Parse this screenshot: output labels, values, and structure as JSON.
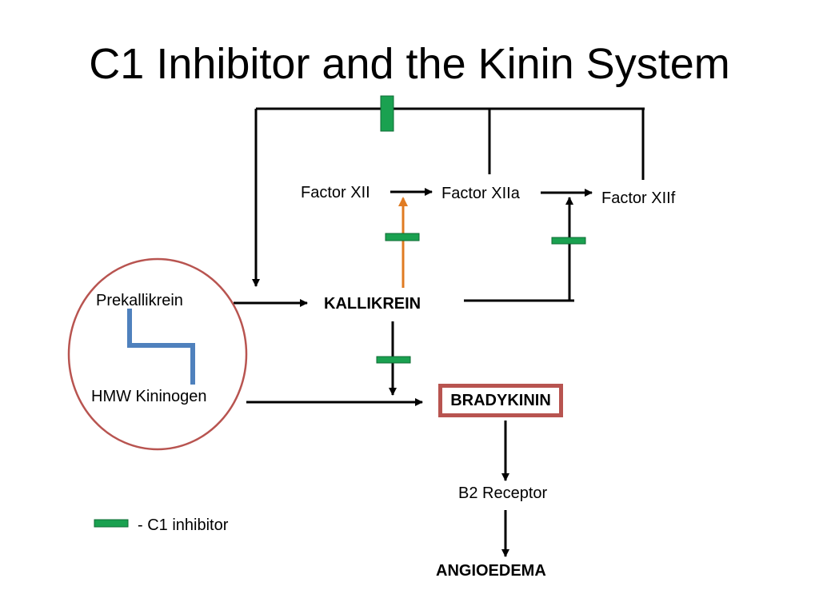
{
  "title": "C1 Inhibitor and the Kinin System",
  "nodes": {
    "factor_xii": "Factor XII",
    "factor_xiia": "Factor XIIa",
    "factor_xiif": "Factor XIIf",
    "prekallikrein": "Prekallikrein",
    "hmw_kininogen": "HMW Kininogen",
    "kallikrein": "KALLIKREIN",
    "bradykinin": "BRADYKININ",
    "b2_receptor": "B2 Receptor",
    "angioedema": "ANGIOEDEMA"
  },
  "legend": {
    "label": "- C1 inhibitor"
  },
  "colors": {
    "inhibitor": "#1aa150",
    "activation_arrow": "#e07b22",
    "complex_circle": "#b85450",
    "complex_link": "#4f81bd",
    "bradykinin_border": "#b85450",
    "line": "#000000"
  }
}
